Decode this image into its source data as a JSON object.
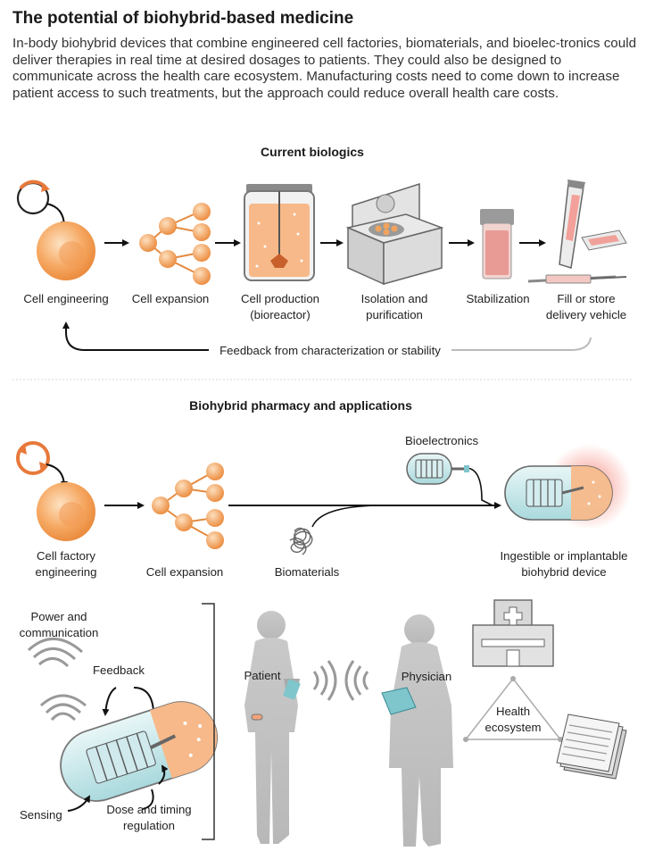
{
  "header": {
    "title": "The potential of biohybrid-based medicine",
    "intro": "In-body biohybrid devices that combine engineered cell factories, biomaterials, and bioelec-tronics could deliver therapies in real time at desired dosages to patients. They could also be designed to communicate across the health care ecosystem. Manufacturing costs need to come down to increase patient access to such treatments, but the approach could reduce overall health care costs."
  },
  "current": {
    "title": "Current biologics",
    "steps": {
      "cell_engineering": "Cell engineering",
      "cell_expansion": "Cell expansion",
      "cell_production_1": "Cell production",
      "cell_production_2": "(bioreactor)",
      "isolation_1": "Isolation and",
      "isolation_2": "purification",
      "stabilization": "Stabilization",
      "fill_1": "Fill or store",
      "fill_2": "delivery vehicle"
    },
    "feedback": "Feedback from characterization or stability"
  },
  "biohybrid": {
    "title": "Biohybrid pharmacy and applications",
    "steps": {
      "factory_1": "Cell factory",
      "factory_2": "engineering",
      "cell_expansion": "Cell expansion",
      "biomaterials": "Biomaterials",
      "bioelectronics": "Bioelectronics",
      "device_1": "Ingestible or implantable",
      "device_2": "biohybrid device"
    }
  },
  "applications": {
    "power_1": "Power and",
    "power_2": "communication",
    "feedback": "Feedback",
    "sensing": "Sensing",
    "dose_1": "Dose and timing",
    "dose_2": "regulation",
    "patient": "Patient",
    "physician": "Physician",
    "ecosystem_1": "Health",
    "ecosystem_2": "ecosystem"
  },
  "colors": {
    "cell": "#f5a05a",
    "device_glass": "#bfe3e6",
    "accent": "#e8793a"
  }
}
